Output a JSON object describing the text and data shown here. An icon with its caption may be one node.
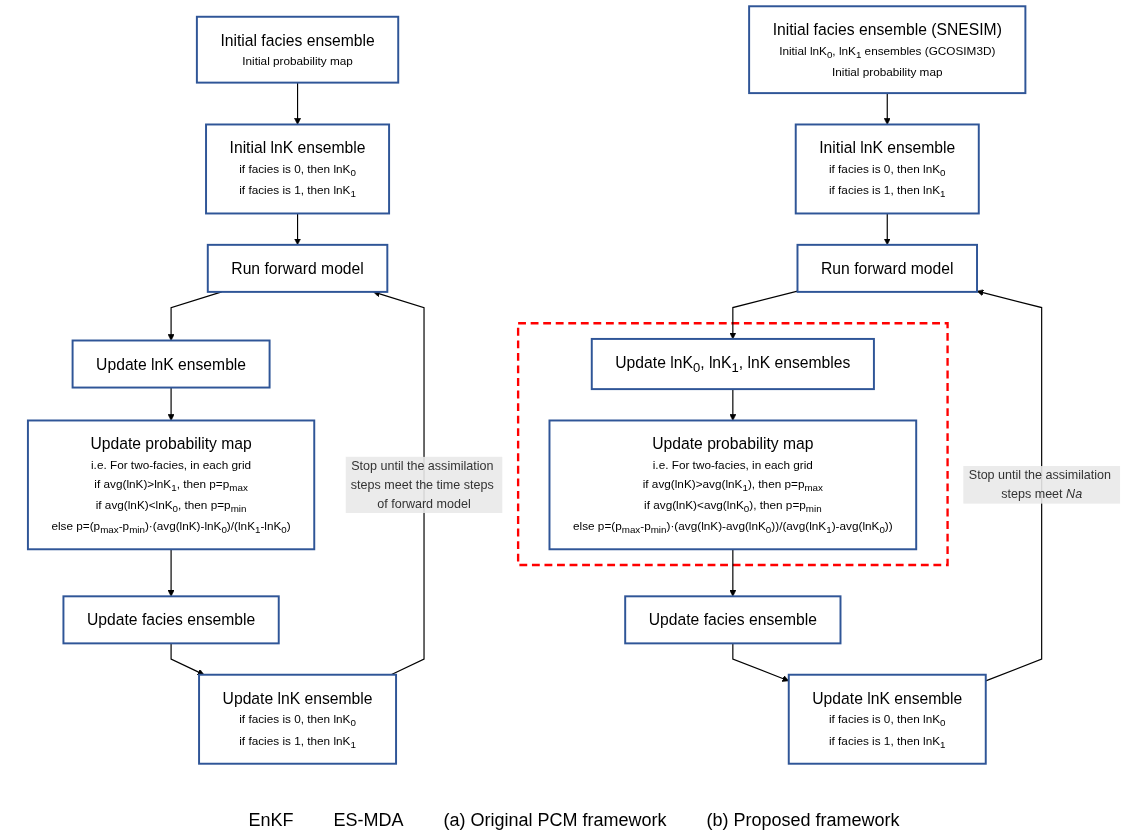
{
  "diagram": {
    "nodes": [
      {
        "text": [
          "Initial facies ensemble",
          "Initial probability map"
        ]
      },
      {
        "text": [
          "Initial lnK ensemble",
          "if facies is 0, then lnK$_{0}$",
          "if facies is 1, then lnK$_{1}$"
        ]
      },
      {
        "text": [
          "Run forward model"
        ]
      },
      {
        "text": [
          "Update lnK ensemble"
        ]
      },
      {
        "text": [
          "Update probability map",
          "i.e. For two-facies, in each grid",
          "if avg(lnK)>lnK$_{1}$, then p=p$_{max}$",
          "if avg(lnK)<lnK$_{0}$, then p=p$_{min}$",
          "else p=(p$_{max}$-p$_{min}$)·(avg(lnK)-lnK$_{0}$)/(lnK$_{1}$-lnK$_{0}$)"
        ]
      },
      {
        "text": [
          "Update facies ensemble"
        ]
      },
      {
        "text": [
          "Update lnK ensemble",
          "if facies is 0, then lnK$_{0}$",
          "if facies is 1, then lnK$_{1}$"
        ]
      },
      {
        "text": [
          "Initial facies ensemble (SNESIM)",
          "Initial lnK$_{0}$, lnK$_{1}$ ensembles (GCOSIM3D)",
          "Initial probability map"
        ]
      },
      {
        "text": [
          "Initial lnK ensemble",
          "if facies is 0, then lnK$_{0}$",
          "if facies is 1, then lnK$_{1}$"
        ]
      },
      {
        "text": [
          "Run forward model"
        ]
      },
      {
        "text": [],
        "shape": "box"
      },
      {
        "text": [
          "Update lnK$_{0}$, lnK$_{1}$, lnK ensembles"
        ],
        "in": 10
      },
      {
        "text": [
          "Update probability map",
          "i.e. For two-facies, in each grid",
          "if avg(lnK)>avg(lnK$_{1}$), then p=p$_{max}$",
          "if avg(lnK)<avg(lnK$_{0}$), then p=p$_{min}$",
          "else p=(p$_{max}$-p$_{min}$)·(avg(lnK)-avg(lnK$_{0}$))/(avg(lnK$_{1}$)-avg(lnK$_{0}$))"
        ],
        "in": 10
      },
      {
        "text": [
          "Update facies ensemble"
        ]
      },
      {
        "text": [
          "Update lnK ensemble",
          "if facies is 0, then lnK$_{0}$",
          "if facies is 1, then lnK$_{1}$"
        ]
      }
    ],
    "edges": [
      {
        "from": 0,
        "to": 1,
        "arrow": "to"
      },
      {
        "from": 1,
        "to": 2,
        "arrow": "to"
      },
      {
        "from": 2,
        "to": 3,
        "arrow": "to"
      },
      {
        "from": 3,
        "to": 4,
        "arrow": "to"
      },
      {
        "from": 4,
        "to": 5,
        "arrow": "to"
      },
      {
        "from": 5,
        "to": 6,
        "arrow": "to"
      },
      {
        "from": 6,
        "to": 2,
        "arrow": "to",
        "label": "Stop until the assimilation steps meet the time steps of forward model"
      },
      {
        "from": 7,
        "to": 8,
        "arrow": "to"
      },
      {
        "from": 8,
        "to": 9,
        "arrow": "to"
      },
      {
        "from": 9,
        "to": 11,
        "arrow": "to"
      },
      {
        "from": 11,
        "to": 12,
        "arrow": "to"
      },
      {
        "from": 12,
        "to": 13,
        "arrow": "to"
      },
      {
        "from": 13,
        "to": 14,
        "arrow": "to"
      },
      {
        "from": 14,
        "to": 9,
        "arrow": "to",
        "label": "Stop until the assimilation steps meet *Na*"
      }
    ],
    "labels": [
      "EnKF",
      "ES-MDA",
      "(a) Original PCM framework",
      "(b) Proposed framework"
    ]
  }
}
